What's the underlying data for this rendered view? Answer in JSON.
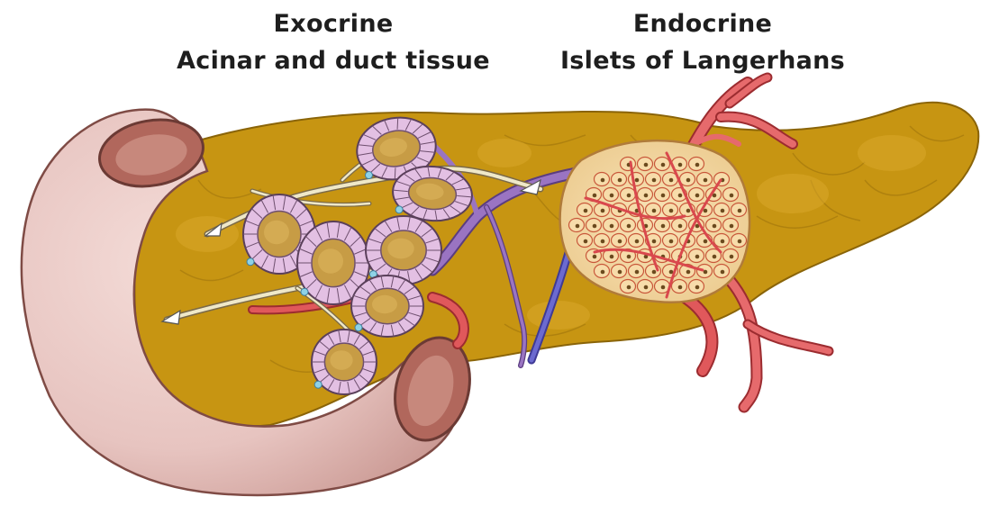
{
  "labels": {
    "exocrine": {
      "title": "Exocrine",
      "subtitle": "Acinar and duct tissue"
    },
    "endocrine": {
      "title": "Endocrine",
      "subtitle": "Islets of Langerhans"
    }
  },
  "colors": {
    "pancreas": "#c79512",
    "pancreas_light": "#dcaa2c",
    "duodenum": "#e7c4c0",
    "duodenum_inner": "#b1675c",
    "acinus": "#e3c0e3",
    "acinus_lumen": "#c79c45",
    "artery": "#d9484d",
    "vein": "#8c64b2",
    "islet": "#f1d6a4",
    "duct": "#efe8c8"
  }
}
